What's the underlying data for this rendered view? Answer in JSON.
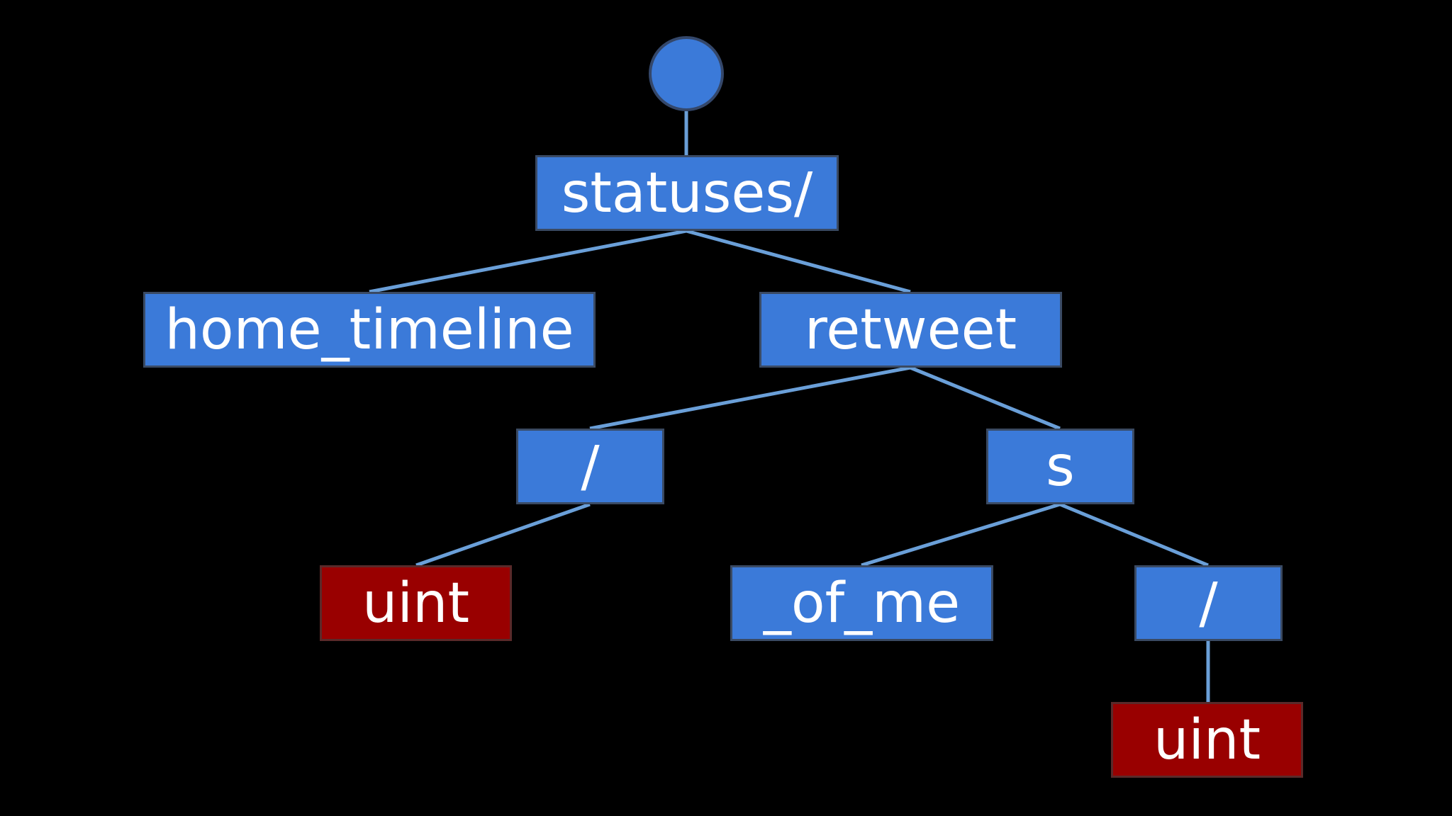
{
  "diagram": {
    "root": {
      "id": "root",
      "kind": "root"
    },
    "nodes": [
      {
        "id": "statuses",
        "label": "statuses/",
        "kind": "static",
        "parent": "root"
      },
      {
        "id": "home_timeline",
        "label": "home_timeline",
        "kind": "static",
        "parent": "statuses"
      },
      {
        "id": "retweet",
        "label": "retweet",
        "kind": "static",
        "parent": "statuses"
      },
      {
        "id": "slash_1",
        "label": "/",
        "kind": "static",
        "parent": "retweet"
      },
      {
        "id": "s",
        "label": "s",
        "kind": "static",
        "parent": "retweet"
      },
      {
        "id": "uint_1",
        "label": "uint",
        "kind": "param",
        "parent": "slash_1"
      },
      {
        "id": "of_me",
        "label": "_of_me",
        "kind": "static",
        "parent": "s"
      },
      {
        "id": "slash_2",
        "label": "/",
        "kind": "static",
        "parent": "s"
      },
      {
        "id": "uint_2",
        "label": "uint",
        "kind": "param",
        "parent": "slash_2"
      }
    ],
    "colors": {
      "static_node": "#3b7ad9",
      "param_node": "#990000",
      "edge": "#6a9fd8",
      "background": "#000000",
      "text": "#ffffff"
    }
  }
}
